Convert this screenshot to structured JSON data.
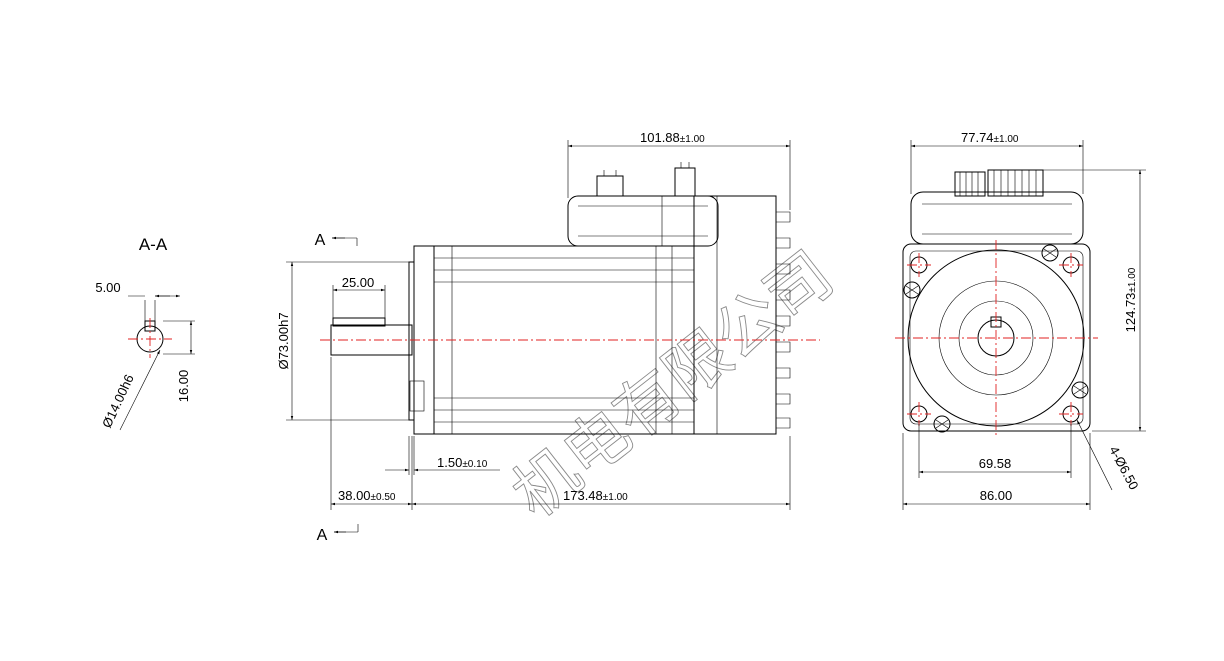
{
  "colors": {
    "line": "#000000",
    "centerline": "#e02020",
    "watermark": "#8a8a8a",
    "background": "#ffffff"
  },
  "watermark": {
    "text": "机电有限公司"
  },
  "section": {
    "title": "A-A",
    "key_width": "5.00",
    "key_height": "16.00",
    "shaft_diameter": "Ø14.00h6"
  },
  "side_view": {
    "section_mark_top": "A",
    "section_mark_bottom": "A",
    "key_length": "25.00",
    "flange_diameter": "Ø73.00h7",
    "flange_thickness": "1.50",
    "flange_thickness_tol": "±0.10",
    "shaft_length": "38.00",
    "shaft_length_tol": "±0.50",
    "body_length": "173.48",
    "body_length_tol": "±1.00",
    "driver_length": "101.88",
    "driver_length_tol": "±1.00"
  },
  "front_view": {
    "driver_width": "77.74",
    "driver_width_tol": "±1.00",
    "total_height": "124.73",
    "total_height_tol": "±1.00",
    "hole_spacing": "69.58",
    "flange_width": "86.00",
    "mount_holes": "4-Ø6.50"
  }
}
